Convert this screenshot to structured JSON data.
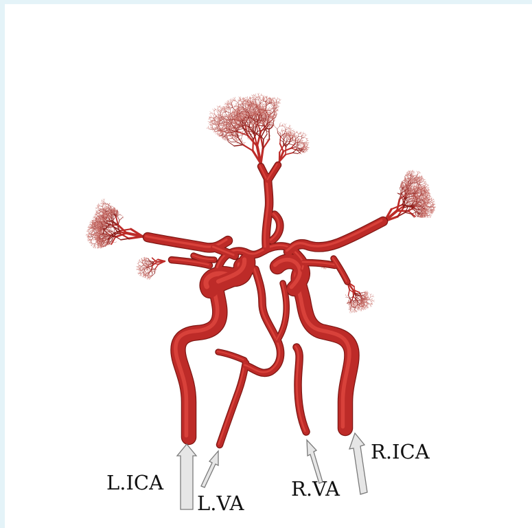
{
  "labels": {
    "left_ica": "L.ICA",
    "left_va": "L.VA",
    "right_va": "R.VA",
    "right_ica": "R.ICA"
  },
  "colors": {
    "vessel": "#bd2b28",
    "vessel_dark": "#7e1613",
    "vessel_highlight": "#e14a40",
    "tree": "#8e1d1a",
    "tree_tip": "#c9706a",
    "arrow_fill": "#e6e6e6",
    "arrow_stroke": "#7a7a7a",
    "frame": "#e4f3f8"
  }
}
